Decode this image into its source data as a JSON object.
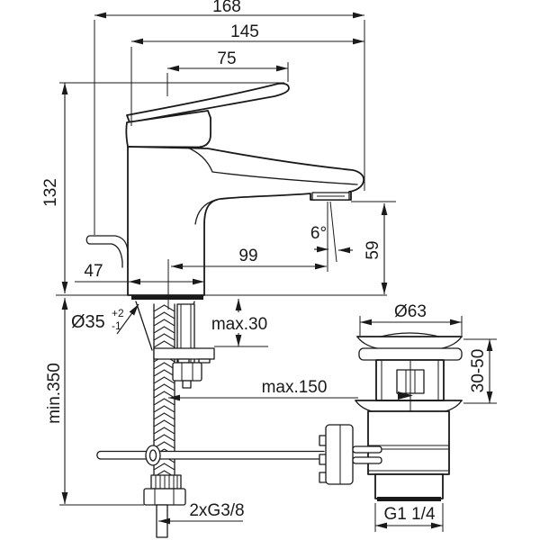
{
  "drawing": {
    "type": "technical-dimension-drawing",
    "subject": "single-lever basin mixer faucet with flexible supply hoses and pop-up waste drain",
    "line_color": "#1a1a1a",
    "background_color": "#ffffff"
  },
  "dims": {
    "total_depth": "168",
    "spout_depth": "145",
    "handle_depth": "75",
    "body_height": "132",
    "supply_hose_min": "min.350",
    "base_width": "47",
    "spout_reach": "99",
    "stream_angle": "6°",
    "spout_clearance": "59",
    "deck_hole": {
      "dia": "Ø35",
      "plus": "+2",
      "minus": "-1"
    },
    "deck_thickness_max": "max.30",
    "rod_reach_max": "max.150",
    "supply_thread": "2xG3/8",
    "waste_flange_dia": "Ø63",
    "clamp_range": "30-50",
    "waste_thread": "G1 1/4"
  }
}
